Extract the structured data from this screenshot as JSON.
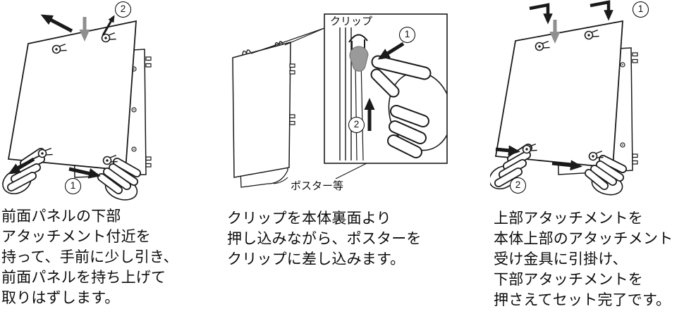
{
  "steps": [
    {
      "badges": {
        "one": "1",
        "two": "2"
      },
      "caption": [
        "前面パネルの下部",
        "アタッチメント付近を",
        "持って、手前に少し引き、",
        "前面パネルを持ち上げて",
        "取りはずします。"
      ]
    },
    {
      "badges": {
        "one": "1",
        "two": "2"
      },
      "labels": {
        "clip": "クリップ",
        "poster": "ポスター等"
      },
      "caption": [
        "クリップを本体裏面より",
        "押し込みながら、ポスターを",
        "クリップに差し込みます。"
      ]
    },
    {
      "badges": {
        "one": "1",
        "two": "2"
      },
      "caption": [
        "上部アタッチメントを",
        "本体上部のアタッチメント",
        "受け金具に引掛け、",
        "下部アタッチメントを",
        "押さえてセット完了です。"
      ]
    }
  ],
  "colors": {
    "line": "#1a1a1a",
    "gray_arrow": "#8f8f8f",
    "clip_gray": "#9a9a9a",
    "background": "#ffffff"
  }
}
